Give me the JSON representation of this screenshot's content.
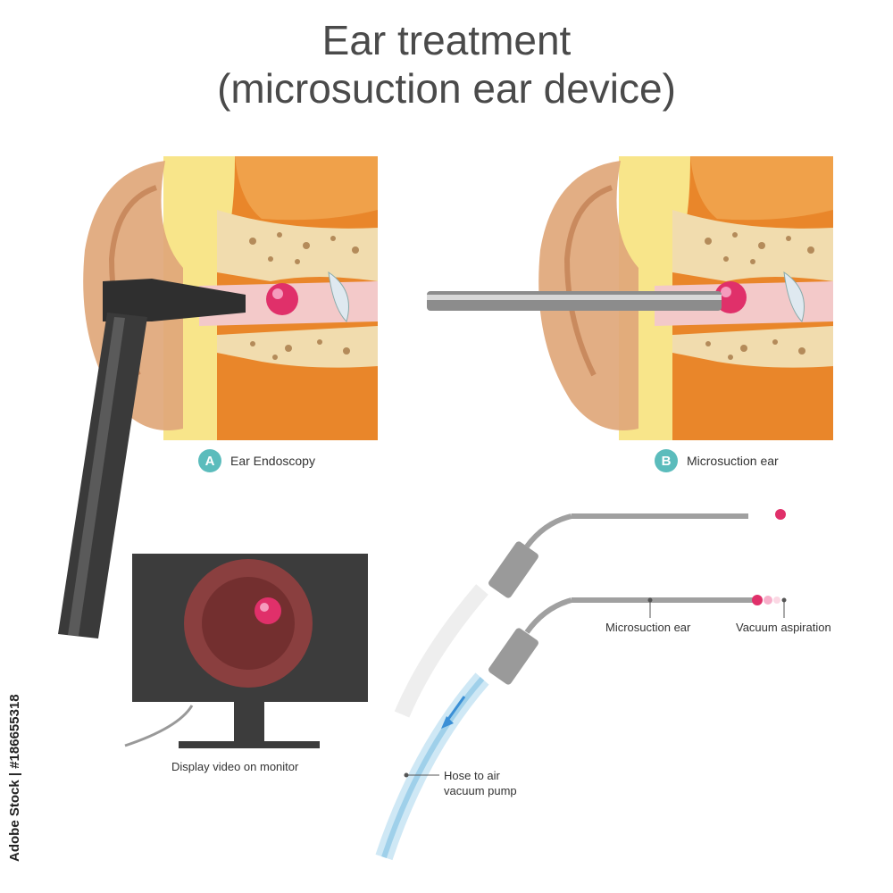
{
  "title": {
    "line1": "Ear treatment",
    "line2": "(microsuction ear device)"
  },
  "panels": {
    "a": {
      "badge": "A",
      "caption": "Ear Endoscopy"
    },
    "b": {
      "badge": "B",
      "caption": "Microsuction ear"
    }
  },
  "labels": {
    "monitor": "Display video on monitor",
    "microsuction": "Microsuction ear",
    "vacuum": "Vacuum aspiration",
    "hose_line1": "Hose to air",
    "hose_line2": "vacuum pump"
  },
  "watermark": {
    "side_id": "Adobe Stock | #186655318"
  },
  "colors": {
    "accent": "#5bbcbc",
    "earwax": "#e0306a",
    "skin": "#e0a77a",
    "brain": "#e9862a",
    "bone": "#f1dcae",
    "fat": "#f8e58a",
    "canal": "#f3c9c9",
    "device": "#3a3a3a",
    "hose": "#bfe2f2",
    "arrow": "#3a8fd6"
  },
  "icons": {
    "otoscope": "otoscope-icon",
    "monitor": "monitor-icon",
    "probe": "suction-probe-icon"
  }
}
